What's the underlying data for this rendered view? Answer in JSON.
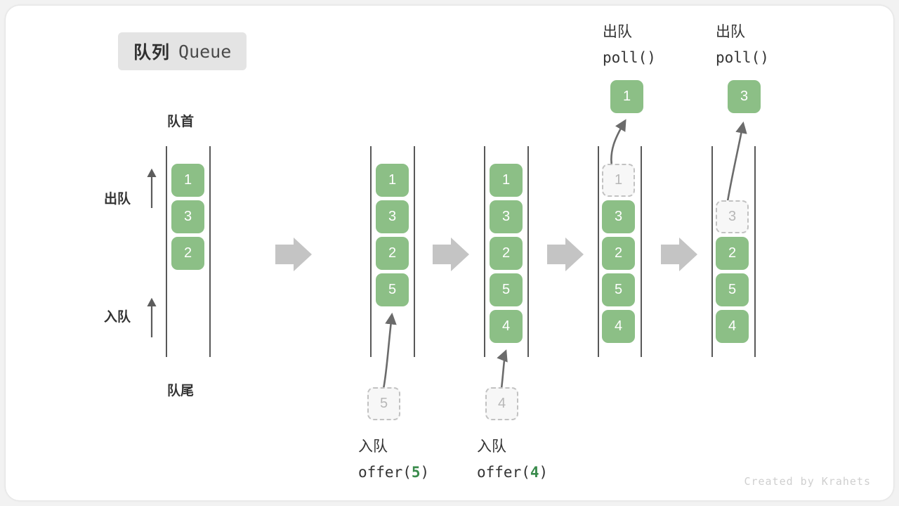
{
  "title": {
    "cn": "队列",
    "en": "Queue"
  },
  "labels": {
    "head": "队首",
    "tail": "队尾",
    "dequeue": "出队",
    "enqueue": "入队"
  },
  "credit": "Created by Krahets",
  "colors": {
    "element_green": "#8cbf86",
    "ghost_gray": "#c2c2c2",
    "rail_gray": "#585858",
    "step_arrow_gray": "#c4c4c4",
    "badge_bg": "#e4e4e4",
    "code_accent_green": "#3a8b4c"
  },
  "columns": [
    {
      "id": "initial",
      "items": [
        "1",
        "3",
        "2"
      ],
      "ghost": null,
      "caption_cn": "",
      "caption_code": "",
      "extracted": null
    },
    {
      "id": "after-offer-5",
      "items": [
        "1",
        "3",
        "2",
        "5"
      ],
      "ghost": {
        "value": "5",
        "position": "below"
      },
      "caption_cn": "入队",
      "caption_code_prefix": "offer(",
      "caption_code_num": "5",
      "caption_code_suffix": ")",
      "extracted": null
    },
    {
      "id": "after-offer-4",
      "items": [
        "1",
        "3",
        "2",
        "5",
        "4"
      ],
      "ghost": {
        "value": "4",
        "position": "below"
      },
      "caption_cn": "入队",
      "caption_code_prefix": "offer(",
      "caption_code_num": "4",
      "caption_code_suffix": ")",
      "extracted": null
    },
    {
      "id": "after-poll-1",
      "items": [
        "3",
        "2",
        "5",
        "4"
      ],
      "ghost": {
        "value": "1",
        "position": "head-slot-0"
      },
      "caption_cn": "出队",
      "caption_code": "poll()",
      "extracted": "1"
    },
    {
      "id": "after-poll-3",
      "items": [
        "2",
        "5",
        "4"
      ],
      "ghost": {
        "value": "3",
        "position": "head-slot-1"
      },
      "caption_cn": "出队",
      "caption_code": "poll()",
      "extracted": "3"
    }
  ],
  "step_arrows_count": 4
}
